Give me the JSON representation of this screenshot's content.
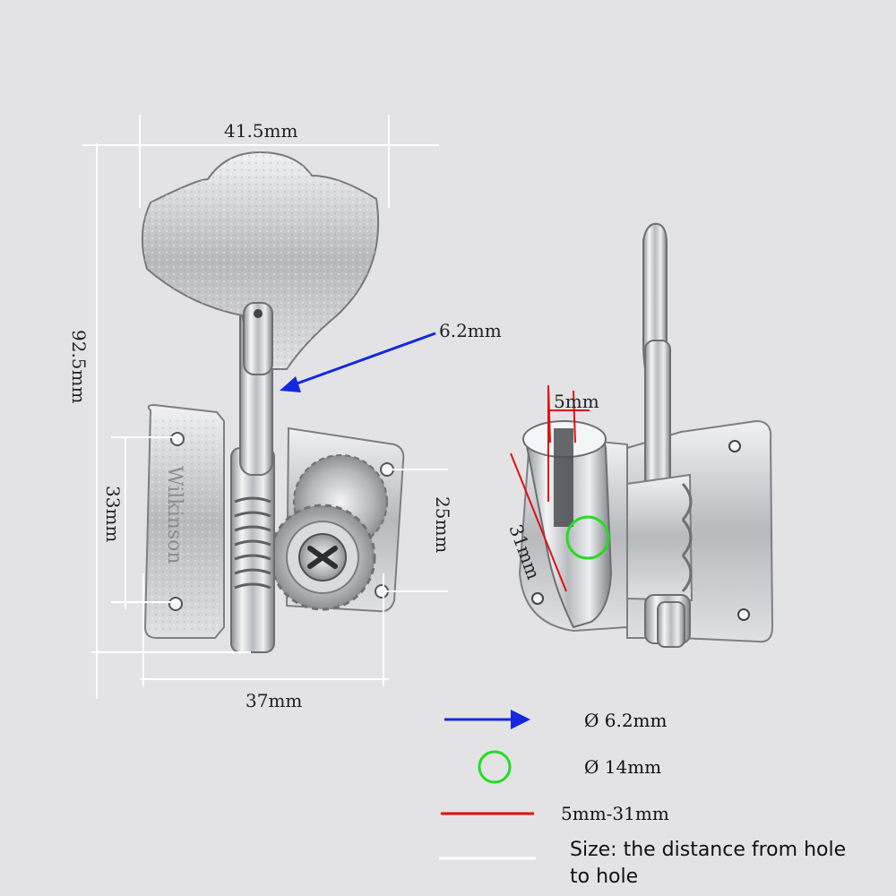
{
  "dimensions": {
    "head_width": "41.5mm",
    "total_height": "92.5mm",
    "post_diameter": "6.2mm",
    "hole_spacing_left": "33mm",
    "hole_spacing_right": "25mm",
    "base_width": "37mm",
    "slot_width": "5mm",
    "post_length": "31mm"
  },
  "legend": {
    "arrow_label": "Ø 6.2mm",
    "circle_label": "Ø 14mm",
    "red_line_label": "5mm-31mm",
    "white_line_label": "Size: the distance from hole to hole"
  },
  "colors": {
    "background": "#e3e3e6",
    "arrow": "#1428e0",
    "circle": "#22dd22",
    "red_line": "#e01010",
    "white_line": "#ffffff"
  }
}
